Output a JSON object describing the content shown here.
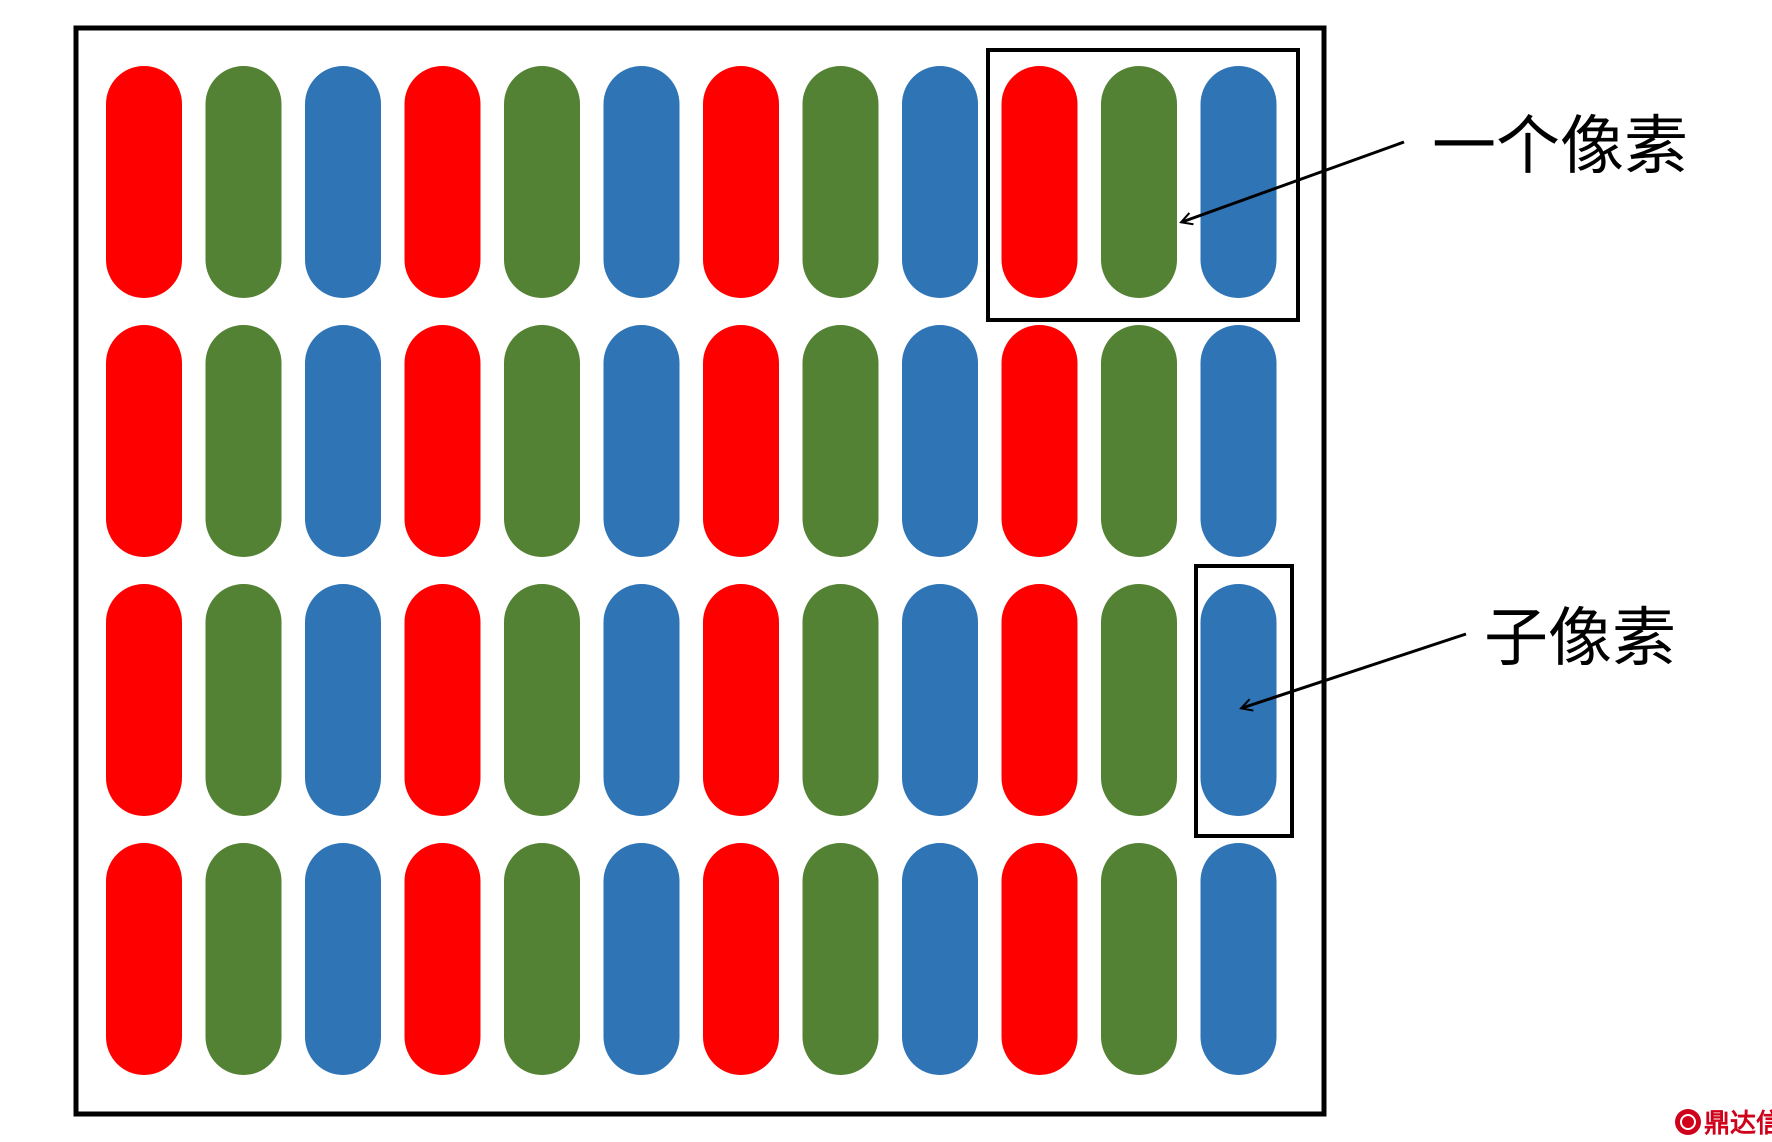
{
  "labels": {
    "pixel": "一个像素",
    "subpixel": "子像素"
  },
  "grid": {
    "rows": 4,
    "columns": 12,
    "color_sequence": [
      "red",
      "green",
      "blue"
    ]
  },
  "colors": {
    "red": "#fe0000",
    "green": "#548235",
    "blue": "#2f74b5",
    "outline": "#000000",
    "watermark": "#d0021b"
  },
  "watermark": {
    "text": "鼎达信"
  }
}
